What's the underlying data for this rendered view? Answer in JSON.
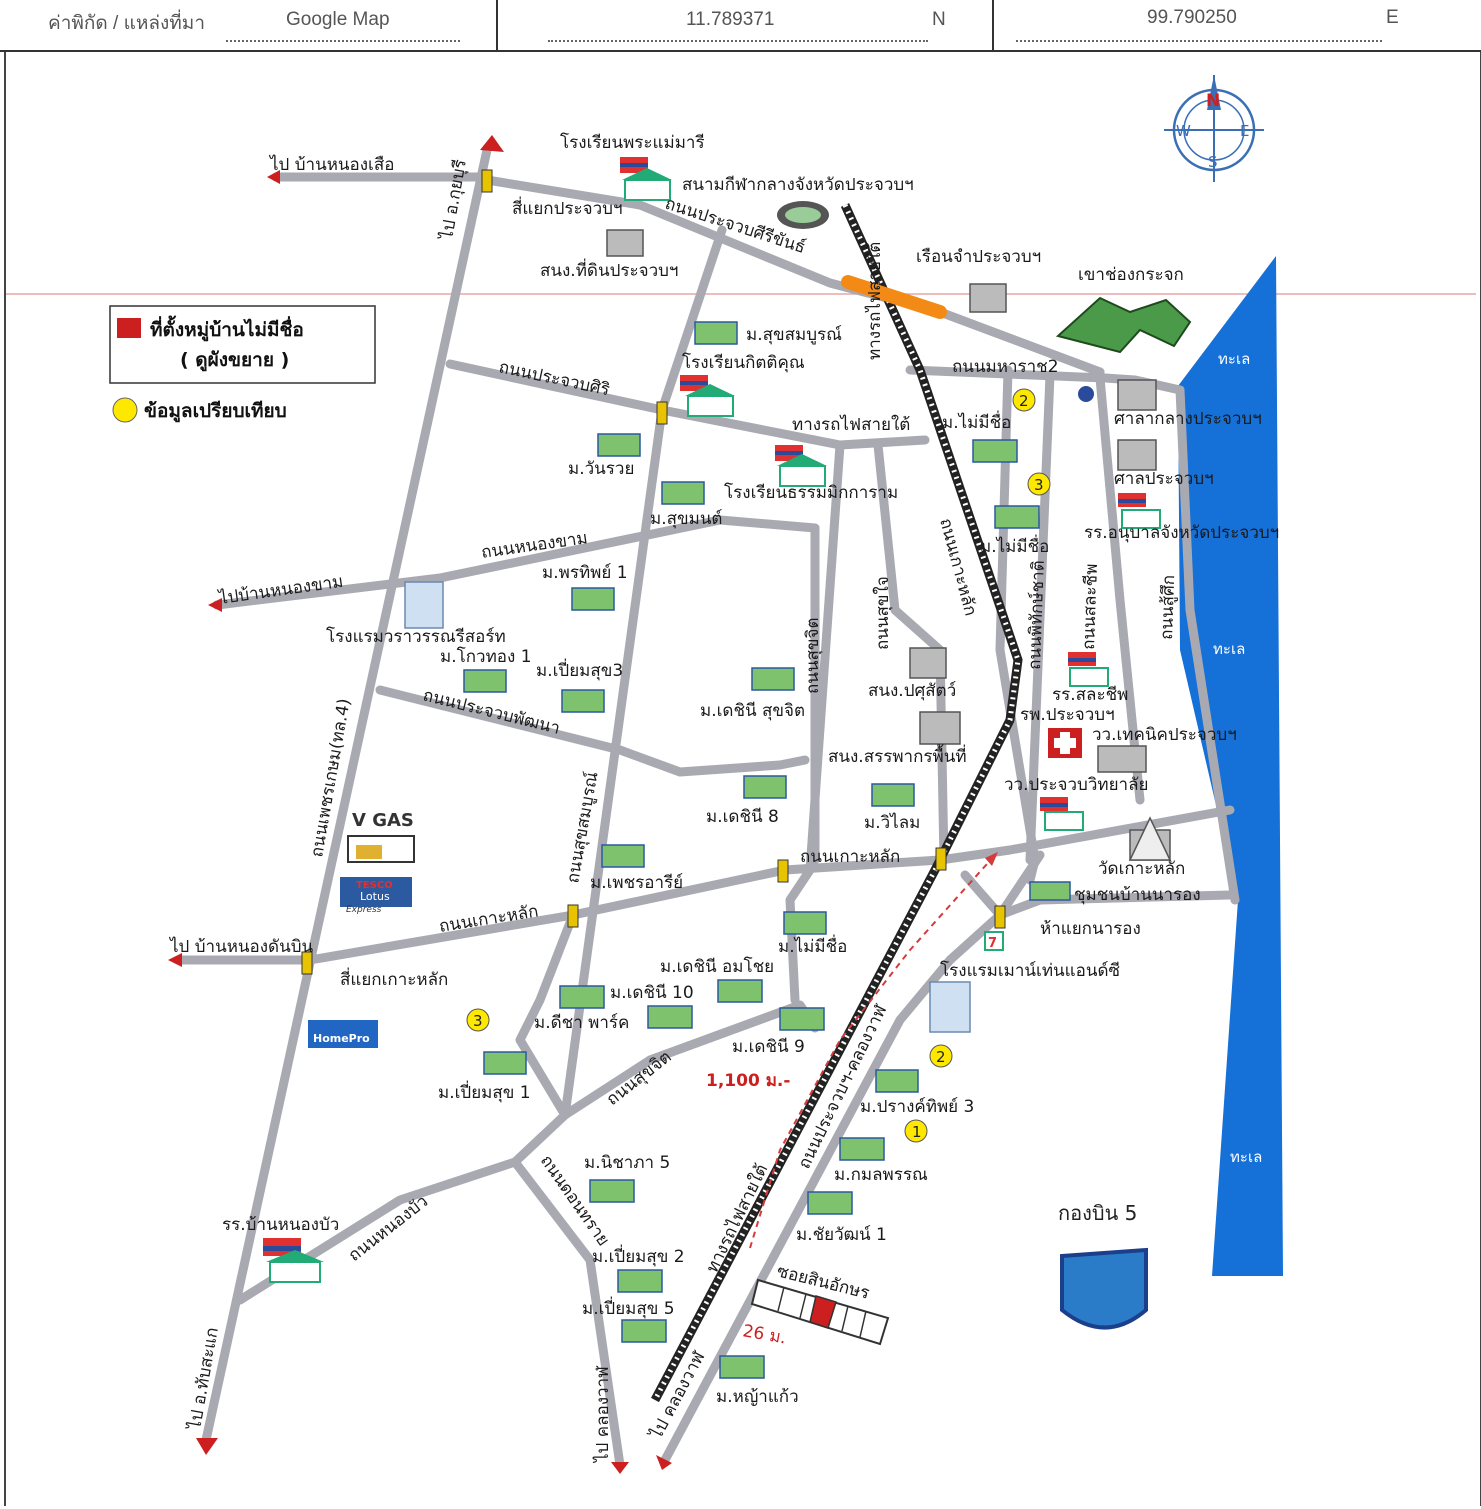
{
  "header": {
    "coord_label": "ค่าพิกัด / แหล่งที่มา",
    "source": "Google Map",
    "lat": "11.789371",
    "lat_dir": "N",
    "lon": "99.790250",
    "lon_dir": "E"
  },
  "compass": {
    "n": "N",
    "s": "S",
    "e": "E",
    "w": "W"
  },
  "legend": {
    "title": "ที่ตั้งหมู่บ้านไม่มีชื่อ",
    "subtitle": "( ดูผังขยาย )",
    "compare": "ข้อมูลเปรียบเทียบ"
  },
  "colors": {
    "road": "#a9a9b2",
    "sea": "#1570d8",
    "marker": "#cc1f1f",
    "comp": "#ffe800"
  },
  "places": {
    "school_maemari": "โรงเรียนพระแม่มารี",
    "stadium": "สนามกีฬากลางจังหวัดประจวบฯ",
    "to_nongsua": "ไป บ้านหนองเสือ",
    "to_kuiburi": "ไป อ.กุยบุรี",
    "junction_prachuap": "สี่แยกประจวบฯ",
    "land_office": "สนง.ที่ดินประจวบฯ",
    "prison": "เรือนจำประจวบฯ",
    "khao_chong": "เขาช่องกระจก",
    "m_sukhsombun": "ม.สุขสมบูรณ์",
    "school_kittikhun": "โรงเรียนกิตติคุณ",
    "road_mahara": "ถนนมหาราช2",
    "sea1": "ทะเล",
    "sea2": "ทะเล",
    "sea3": "ทะเล",
    "court_central": "ศาลากลางประจวบฯ",
    "court": "ศาลประจวบฯ",
    "school_anuban": "รร.อนุบาลจังหวัดประจวบฯ",
    "railway_south": "ทางรถไฟสายใต้",
    "m_noname1": "ม.ไม่มีชื่อ",
    "m_noname2": "ม.ไม่มีชื่อ",
    "m_noname3": "ม.ไม่มีชื่อ",
    "m_wanruay": "ม.วันรวย",
    "m_sukmon": "ม.สุขมนต์",
    "school_thammik": "โรงเรียนธรรมมิกการาม",
    "road_nongkham": "ถนนหนองขาม",
    "to_nongkham": "ไปบ้านหนองขาม",
    "m_pornthip1": "ม.พรทิพย์ 1",
    "hotel_vararom": "โรงแรมวราวรรณรีสอร์ท",
    "m_kaothong1": "ม.โกวทอง 1",
    "m_piamsuk3": "ม.เปี่ยมสุข3",
    "road_prachuapphatthana": "ถนนประจวบพัฒนา",
    "m_detchini_sukjit": "ม.เดชินี สุขจิต",
    "office_livestock": "สนง.ปศุสัตว์",
    "office_revenue": "สนง.สรรพากรพื้นที่",
    "school_salachip": "รร.สละชีพ",
    "hospital": "รพ.ประจวบฯ",
    "tech_college": "วว.เทคนิคประจวบฯ",
    "college": "วว.ประจวบวิทยาลัย",
    "vgas": "V GAS",
    "tesco1": "TESCO",
    "tesco2": "Lotus",
    "tesco3": "Express",
    "m_detchini8": "ม.เดชินี 8",
    "m_wilai": "ม.วิไลม",
    "road_kohlak_mid": "ถนนเกาะหลัก",
    "wat_kohlak": "วัดเกาะหลัก",
    "community_narong": "ชุมชนบ้านนารอง",
    "m_petcharee": "ม.เพชรอารีย์",
    "road_kohlak_w": "ถนนเกาะหลัก",
    "to_nongdonbin": "ไป บ้านหนองดันบิน",
    "junction_kohlak": "สี่แยกเกาะหลัก",
    "junction_narong": "ห้าแยกนารอง",
    "m_noname_south": "ม.ไม่มีชื่อ",
    "m_detchini_amchoi": "ม.เดชินี อมโชย",
    "hotel_mountain": "โรงแรมเมาน์เท่นแอนด์ซี",
    "m_detchini10": "ม.เดชินี 10",
    "m_disha": "ม.ดีชา พาร์ค",
    "homepro": "HomePro",
    "m_detchini9": "ม.เดชินี 9",
    "m_piamsuk1": "ม.เปี่ยมสุข 1",
    "distance": "1,100 ม.-",
    "m_prangthip3": "ม.ปรางค์ทิพย์ 3",
    "m_kamonphan": "ม.กมลพรรณ",
    "m_nichapha5": "ม.นิชาภา 5",
    "wing5": "กองบิน 5",
    "school_nongbua": "รร.บ้านหนองบัว",
    "m_chaiwat1": "ม.ชัยวัฒน์ 1",
    "m_piamsuk2": "ม.เปี่ยมสุข 2",
    "soi_sin": "ซอยสินอักษร",
    "width": "26 ม.",
    "m_piamsuk5": "ม.เปี่ยมสุข 5",
    "m_yakaew": "ม.หญ้าแก้ว",
    "to_thapsakae": "ไป อ.ทับสะแก",
    "to_khlongwan1": "ไป คลองวาฬ",
    "to_khlongwan2": "ไป คลองวาฬ"
  },
  "roads": {
    "phetkasem": "ถนนเพชรเกษม(ทล.4)",
    "prachuap_siri": "ถนนประจวบศิริ",
    "prachuap_khiri": "ถนนประจวบศีรีขันธ์",
    "sukhsombun": "ถนนสุขสมบูรณ์",
    "sukjit": "ถนนสุขจิต",
    "sukjai": "ถนนสุขใจ",
    "kohlak": "ถนนเกาะหลัก",
    "phitak_chat": "ถนนพิทักษ์ชาติ",
    "salachip": "ถนนสละชีพ",
    "suseuk": "ถนนสู้ศึก",
    "sukjit_s": "ถนนสุขจิต",
    "donsai": "ถนนดอนทราย",
    "nongbua": "ถนนหนองบัว",
    "khlongwan": "ถนนประจวบฯ-คลองวาฬ",
    "railway_lbl": "ทางรถไฟสายใต้",
    "rail_n": "ทางรถไฟสายใต้"
  },
  "comp_numbers": {
    "c2a": "2",
    "c3a": "3",
    "c3b": "3",
    "c2b": "2",
    "c1": "1"
  }
}
